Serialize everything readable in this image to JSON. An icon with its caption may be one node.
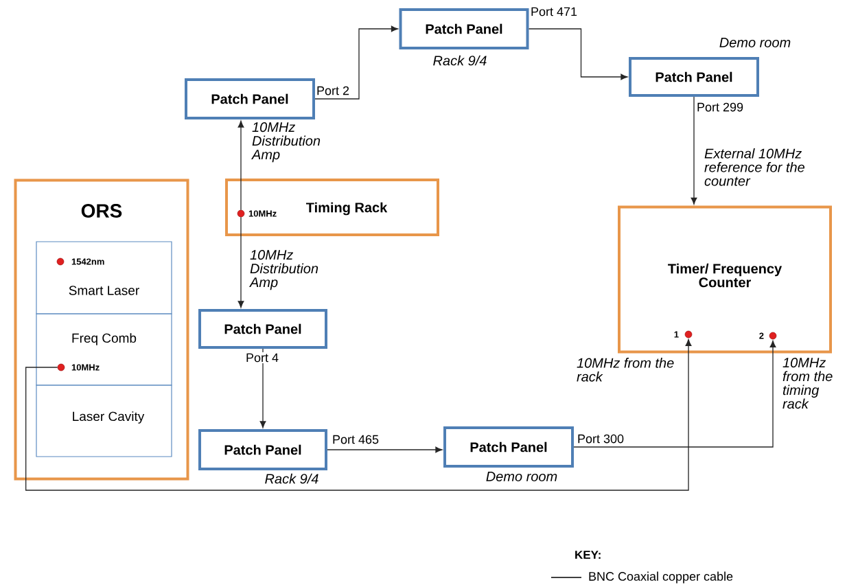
{
  "diagram": {
    "nodes": [
      {
        "text": [
          "ORS"
        ]
      },
      {
        "text": [
          "Smart Laser"
        ],
        "in": 0
      },
      {
        "text": [
          "Freq Comb"
        ],
        "in": 0
      },
      {
        "text": [
          "Laser Cavity"
        ],
        "in": 0
      },
      {
        "text": [],
        "shape": "circle",
        "beside": [
          "1542nm"
        ],
        "in": 1
      },
      {
        "text": [],
        "shape": "circle",
        "beside": [
          "10MHz"
        ],
        "in": 2
      },
      {
        "text": [
          "Patch Panel"
        ]
      },
      {
        "text": [
          "Patch Panel"
        ],
        "beside": [
          "Rack 9/4"
        ]
      },
      {
        "text": [
          "Patch Panel"
        ],
        "beside": [
          "Demo room"
        ]
      },
      {
        "text": [
          "Timing Rack"
        ]
      },
      {
        "text": [],
        "shape": "circle",
        "beside": [
          "10MHz"
        ],
        "in": 9
      },
      {
        "text": [
          "Patch Panel"
        ]
      },
      {
        "text": [
          "Patch Panel"
        ],
        "beside": [
          "Rack 9/4"
        ]
      },
      {
        "text": [
          "Patch Panel"
        ],
        "beside": [
          "Demo room"
        ]
      },
      {
        "text": [
          "Timer/ Frequency Counter"
        ]
      },
      {
        "text": [],
        "shape": "circle",
        "beside": [
          "1"
        ],
        "in": 14
      },
      {
        "text": [],
        "shape": "circle",
        "beside": [
          "2"
        ],
        "in": 14
      }
    ],
    "edges": [
      {
        "from": 10,
        "to": 6,
        "arrow": "to",
        "label": "10MHz Distribution Amp"
      },
      {
        "from": 6,
        "to": 7,
        "arrow": "to",
        "label": "Port 2"
      },
      {
        "from": 7,
        "to": 8,
        "arrow": "to",
        "label": "Port 471"
      },
      {
        "from": 8,
        "to": 14,
        "arrow": "to",
        "label": "Port 299"
      },
      {
        "from": 10,
        "to": 11,
        "arrow": "to",
        "label": "10MHz Distribution Amp"
      },
      {
        "from": 11,
        "to": 12,
        "arrow": "to",
        "label": "Port 4"
      },
      {
        "from": 12,
        "to": 13,
        "arrow": "to",
        "label": "Port 465"
      },
      {
        "from": 13,
        "to": 16,
        "arrow": "to",
        "label": "Port 300"
      },
      {
        "from": 5,
        "to": 15,
        "arrow": "to",
        "label": "10MHz from the rack"
      }
    ],
    "labels": [
      "External 10MHz reference for the counter",
      "10MHz from the timing rack",
      "KEY:"
    ],
    "legend": [
      {
        "text": "BNC Coaxial copper cable"
      }
    ]
  }
}
